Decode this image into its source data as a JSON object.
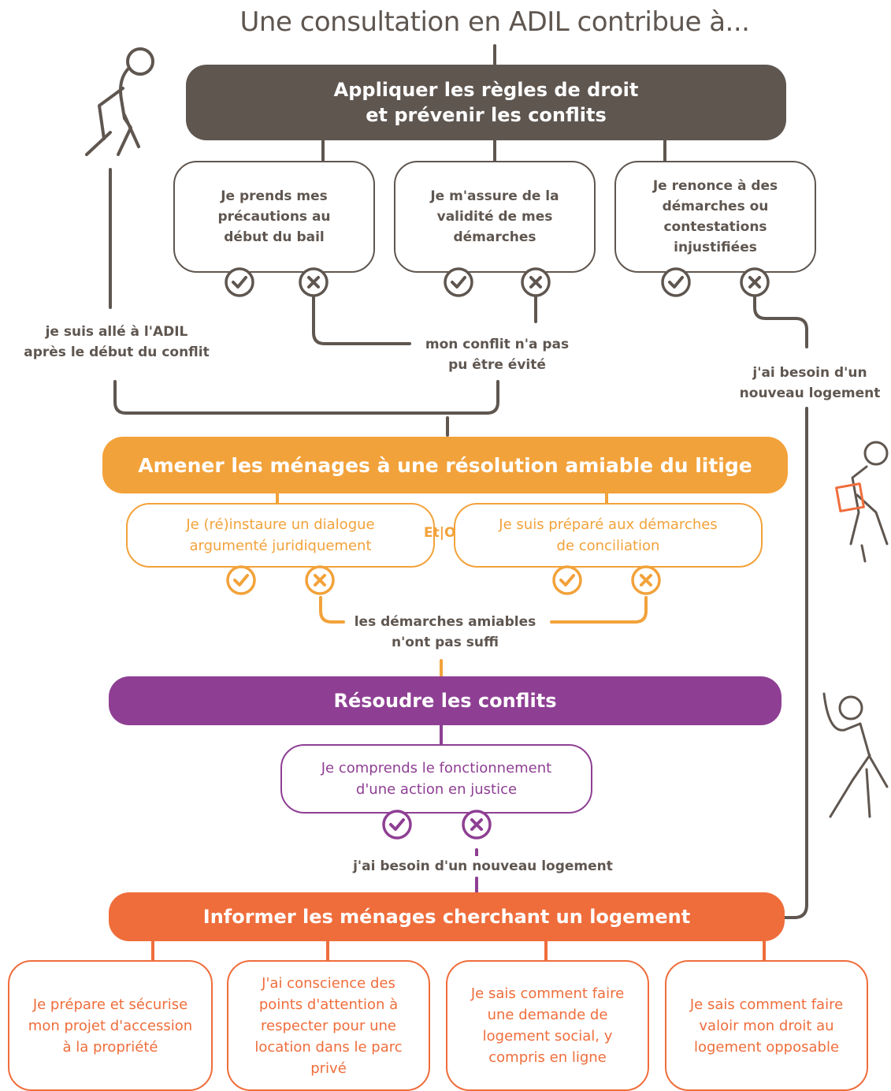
{
  "title": "Une consultation en ADIL contribue à...",
  "colors": {
    "brown": "#5f5650",
    "yellow": "#f2a23a",
    "purple": "#8e3f93",
    "orange": "#ef6d3b"
  },
  "icons": {
    "check": "check-circle-icon",
    "cross": "cross-circle-icon"
  },
  "level1": {
    "title_line1": "Appliquer les règles de droit",
    "title_line2": "et prévenir les conflits",
    "boxes": [
      {
        "text": "Je prends mes précautions au début du bail"
      },
      {
        "text": "Je m'assure de la validité de mes démarches"
      },
      {
        "text": "Je renonce à des démarches ou contestations injustifiées"
      }
    ],
    "label_after_conflict": "je suis allé à l'ADIL après le début du conflit",
    "label_not_avoided": "mon conflit n'a pas pu être évité",
    "label_new_housing": "j'ai besoin d'un nouveau logement"
  },
  "level2": {
    "title": "Amener les ménages à une résolution amiable du litige",
    "boxes": [
      {
        "text": "Je (ré)instaure un dialogue argumenté juridiquement"
      },
      {
        "text": "Je suis préparé aux démarches de conciliation"
      }
    ],
    "connector": "Et|Ou",
    "label_not_enough": "les démarches amiables n'ont pas suffi"
  },
  "level3": {
    "title": "Résoudre les conflits",
    "box": {
      "text": "Je comprends le fonctionnement d'une action en justice"
    },
    "label_new_housing": "j'ai besoin d'un nouveau logement"
  },
  "level4": {
    "title": "Informer les ménages cherchant un logement",
    "boxes": [
      {
        "text": "Je prépare et sécurise mon projet d'accession à la propriété"
      },
      {
        "text": "J'ai conscience des points d'attention à respecter pour une location dans le parc privé"
      },
      {
        "text": "Je sais comment faire une demande de logement social, y compris en ligne"
      },
      {
        "text": "Je sais comment faire valoir mon droit au logement opposable"
      }
    ]
  }
}
